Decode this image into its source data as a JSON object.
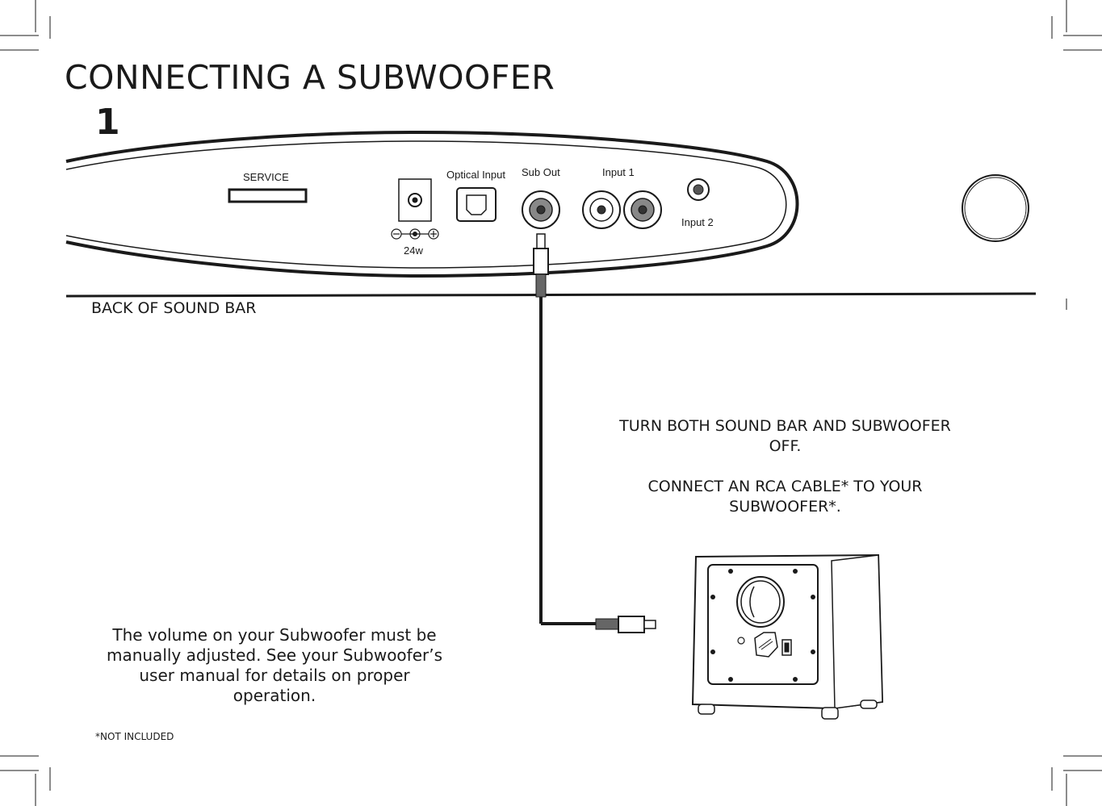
{
  "title": "CONNECTING A SUBWOOFER",
  "step": "1",
  "panel": {
    "service_label": "SERVICE",
    "optical_label": "Optical Input",
    "sub_out_label": "Sub Out",
    "input1_label": "Input 1",
    "input2_label": "Input 2",
    "power_label": "24w"
  },
  "back_label": "BACK OF SOUND BAR",
  "instructions": {
    "line1": "TURN BOTH SOUND BAR AND SUBWOOFER OFF.",
    "line2": "CONNECT AN RCA CABLE* TO YOUR SUBWOOFER*."
  },
  "volume_note": "The volume on your Subwoofer must be manually adjusted. See your Subwoofer’s user manual for details on proper operation.",
  "footnote": "*NOT INCLUDED"
}
